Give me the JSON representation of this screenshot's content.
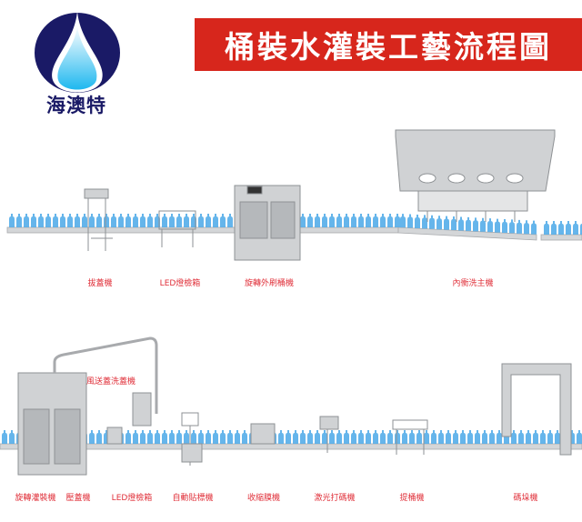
{
  "logo": {
    "name": "海澳特",
    "colors": {
      "navy": "#1a1a66",
      "drop": "#3fc2ee"
    }
  },
  "title": "桶裝水灌裝工藝流程圖",
  "colors": {
    "title_bg": "#d7261c",
    "label": "#e0303a",
    "bottle": "#4aa8e8",
    "machine": "#c9cbcd"
  },
  "row1": {
    "labels": [
      "拔蓋機",
      "LED燈檢箱",
      "旋轉外刷桶機",
      "內衝洗主機"
    ]
  },
  "row2": {
    "labels": [
      "旋轉灌裝機",
      "壓蓋機",
      "LED燈檢箱",
      "自動貼標機",
      "收縮膜機",
      "激光打碼機",
      "提桶機",
      "碼垛機"
    ],
    "cap_washer_label": "風送蓋洗蓋機"
  }
}
